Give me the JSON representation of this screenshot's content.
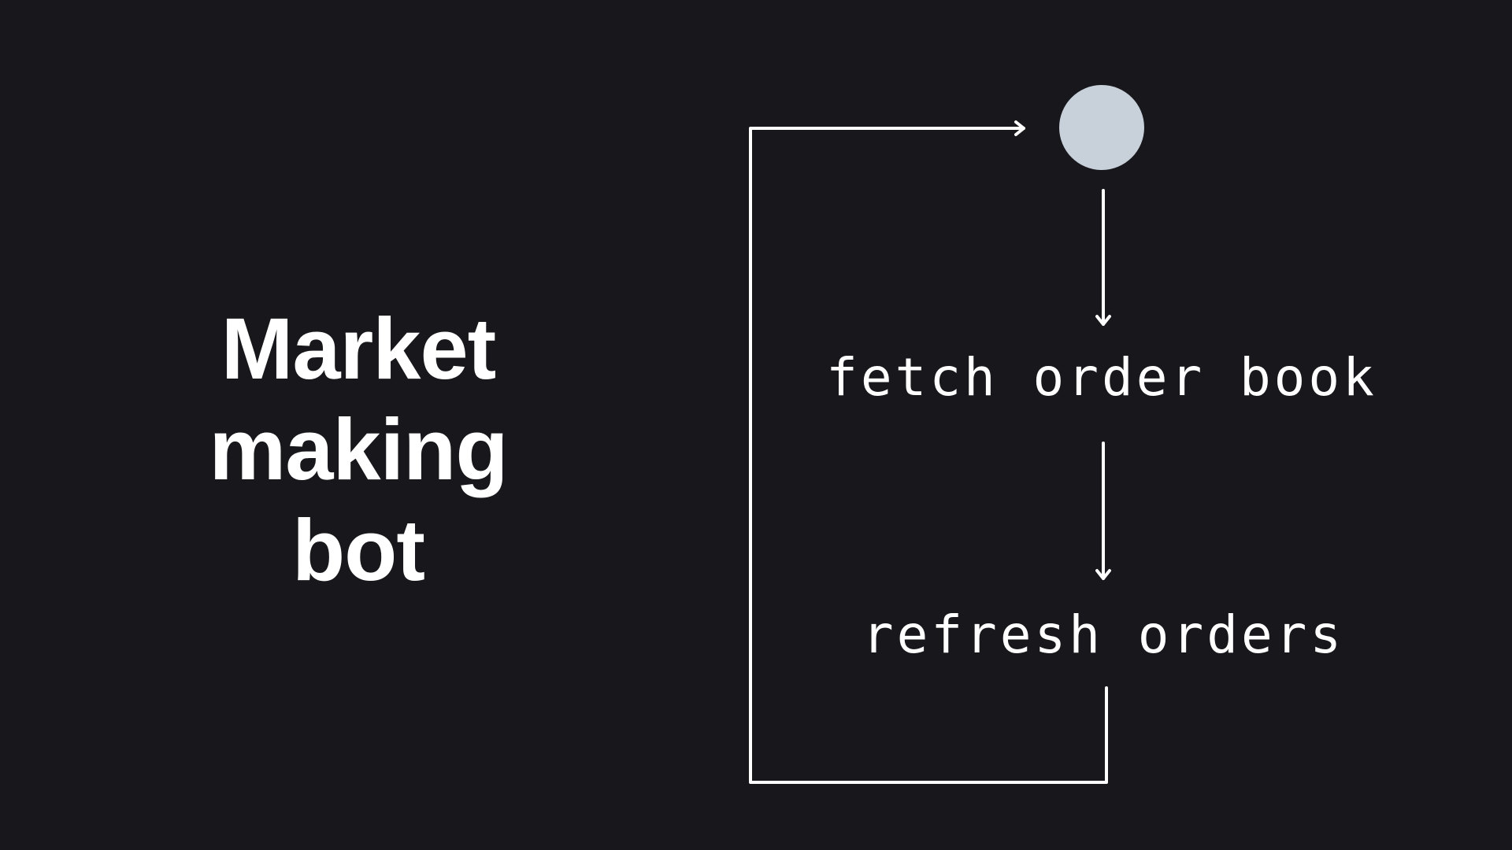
{
  "title": {
    "line1": "Market",
    "line2": "making",
    "line3": "bot"
  },
  "flow": {
    "steps": [
      {
        "label": "fetch order book"
      },
      {
        "label": "refresh orders"
      }
    ],
    "colors": {
      "background": "#18171c",
      "line": "#ffffff",
      "start_node": "#c8d0da",
      "text": "#ffffff"
    }
  }
}
